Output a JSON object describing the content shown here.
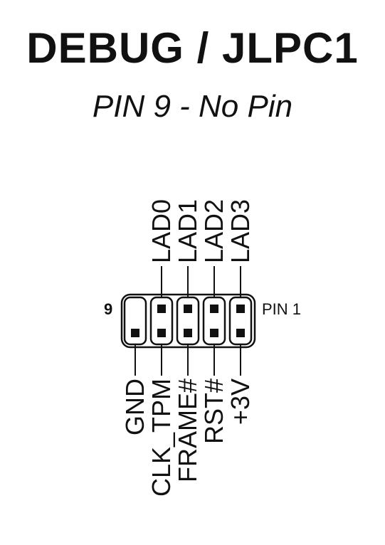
{
  "header": {
    "title": "DEBUG / JLPC1",
    "subtitle": "PIN 9 - No Pin"
  },
  "connector": {
    "left_label": "9",
    "right_label": "PIN 1",
    "top_pins": [
      "LAD0",
      "LAD1",
      "LAD2",
      "LAD3"
    ],
    "bottom_pins": [
      "GND",
      "CLK_TPM",
      "FRAME#",
      "RST#",
      "+3V"
    ],
    "missing_pin": 9
  }
}
